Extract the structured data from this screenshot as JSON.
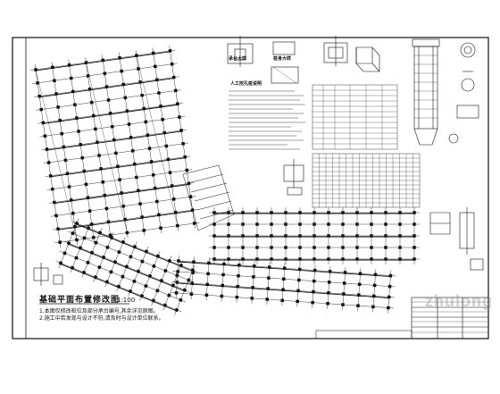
{
  "drawing": {
    "title": "基础平面布置修改图",
    "scale": "1:100",
    "notes": [
      "1.本图仅修改桩位及部分承台编号,其余详见原图。",
      "2.施工中若发现与设计不符,请及时与设计单位联系。"
    ],
    "detail_titles": {
      "pile_cap": "承台大样",
      "pile_section": "桩身大样",
      "pile_notes": "人工挖孔桩说明"
    }
  },
  "watermark": "zhulong",
  "colors": {
    "line": "#111111",
    "paper": "#ffffff",
    "watermark": "#9a9a9a"
  }
}
